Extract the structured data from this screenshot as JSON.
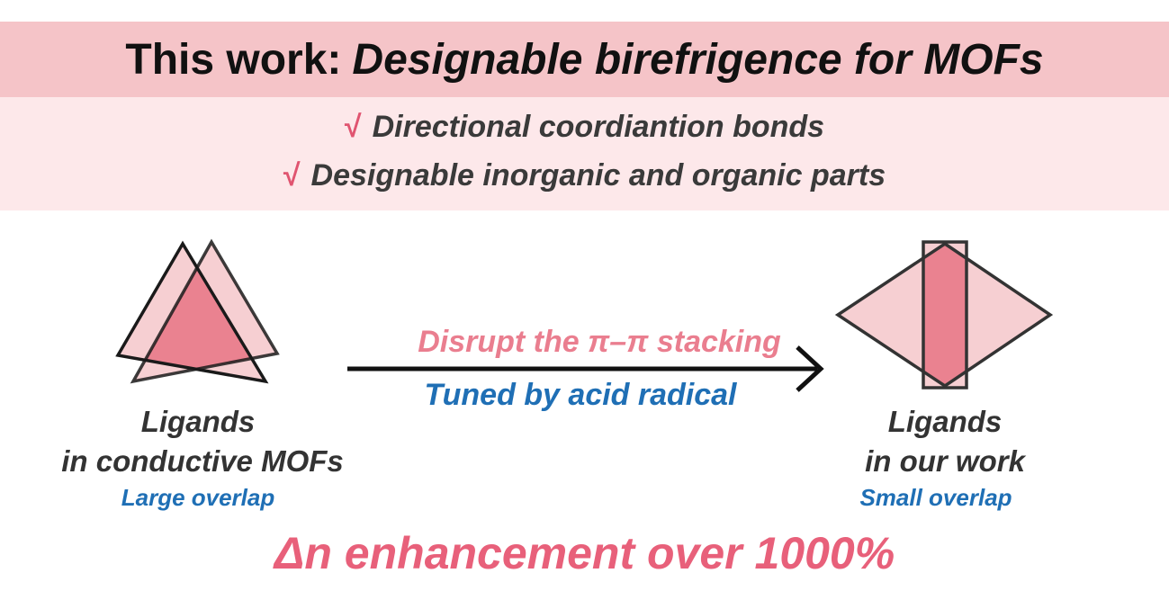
{
  "title": {
    "prefix": "This work:",
    "emphasis": "Designable birefrigence for MOFs"
  },
  "features": [
    {
      "check": "√",
      "text": "Directional coordiantion bonds"
    },
    {
      "check": "√",
      "text": "Designable inorganic and organic parts"
    }
  ],
  "left": {
    "title_line1": "Ligands",
    "title_line2": "in conductive MOFs",
    "overlap": "Large overlap"
  },
  "arrow": {
    "top_label": "Disrupt the π–π stacking",
    "bottom_label": "Tuned by acid radical"
  },
  "right": {
    "title_line1": "Ligands",
    "title_line2": "in our work",
    "overlap": "Small overlap"
  },
  "conclusion": "Δn enhancement over 1000%",
  "colors": {
    "title_band": "#f5c4c8",
    "feature_band": "#fde8ea",
    "pink_fill": "#f6cfd2",
    "overlap_fill": "#ea8290",
    "blue_text": "#1f6fb5",
    "accent": "#e8607a"
  }
}
